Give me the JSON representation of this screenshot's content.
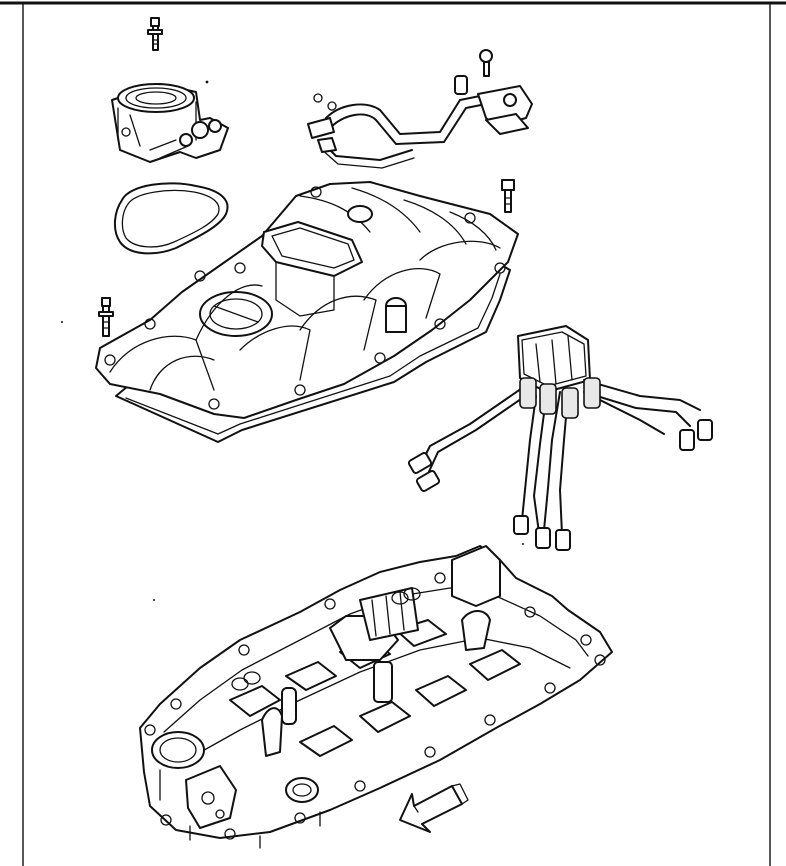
{
  "figure": {
    "type": "exploded-parts-illustration",
    "parts": [
      "upper-intake-manifold-bolt",
      "throttle-body",
      "throttle-body-gasket",
      "fuel-rail-pipe-assembly",
      "fuel-rail-bolt",
      "upper-intake-manifold",
      "upper-intake-manifold-gasket",
      "fuel-injector-wiring-harness",
      "lower-intake-manifold",
      "front-direction-arrow"
    ],
    "colors": {
      "line": "#111111",
      "background": "#ffffff"
    }
  }
}
